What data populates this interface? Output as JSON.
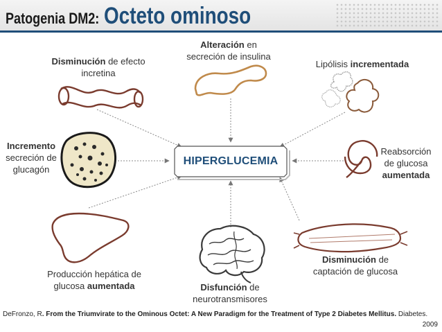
{
  "title": {
    "prefix": "Patogenia DM2:",
    "main": "Octeto ominoso"
  },
  "center": {
    "label": "HIPERGLUCEMIA"
  },
  "factors": {
    "insulin": {
      "bold": "Alteración",
      "rest": " en",
      "line2": "secreción de insulina"
    },
    "incretin": {
      "bold": "Disminución",
      "rest": " de efecto",
      "line2": "incretina"
    },
    "lipolysis": {
      "normal": "Lipólisis ",
      "bold": "incrementada"
    },
    "glucagon": {
      "line1": "Incremento",
      "line2": "secreción de",
      "line3": "glucagón"
    },
    "renal": {
      "line1": "Reabsorción",
      "line2": "de glucosa",
      "line3": "aumentada"
    },
    "hepatic": {
      "line1": "Producción hepática de",
      "normal2": "glucosa ",
      "bold2": "aumentada"
    },
    "neuro": {
      "bold": "Disfunción",
      "rest": " de",
      "line2": "neurotransmisores"
    },
    "uptake": {
      "bold": "Disminución",
      "rest": " de",
      "line2": "captación de glucosa"
    }
  },
  "citation": {
    "author": "DeFronzo, R",
    "title": "From the Triumvirate to the Ominous Octet: A New Paradigm for the Treatment of Type 2 Diabetes Mellitus",
    "journal": "Diabetes.",
    "year": "2009"
  },
  "colors": {
    "organ_stroke": "#7a3b2e",
    "accent": "#1f4e79",
    "arrow": "#777777"
  },
  "icons": [
    "intestine-icon",
    "pancreas-icon",
    "adipose-icon",
    "islet-cell-icon",
    "kidney-icon",
    "liver-icon",
    "brain-icon",
    "muscle-icon"
  ]
}
